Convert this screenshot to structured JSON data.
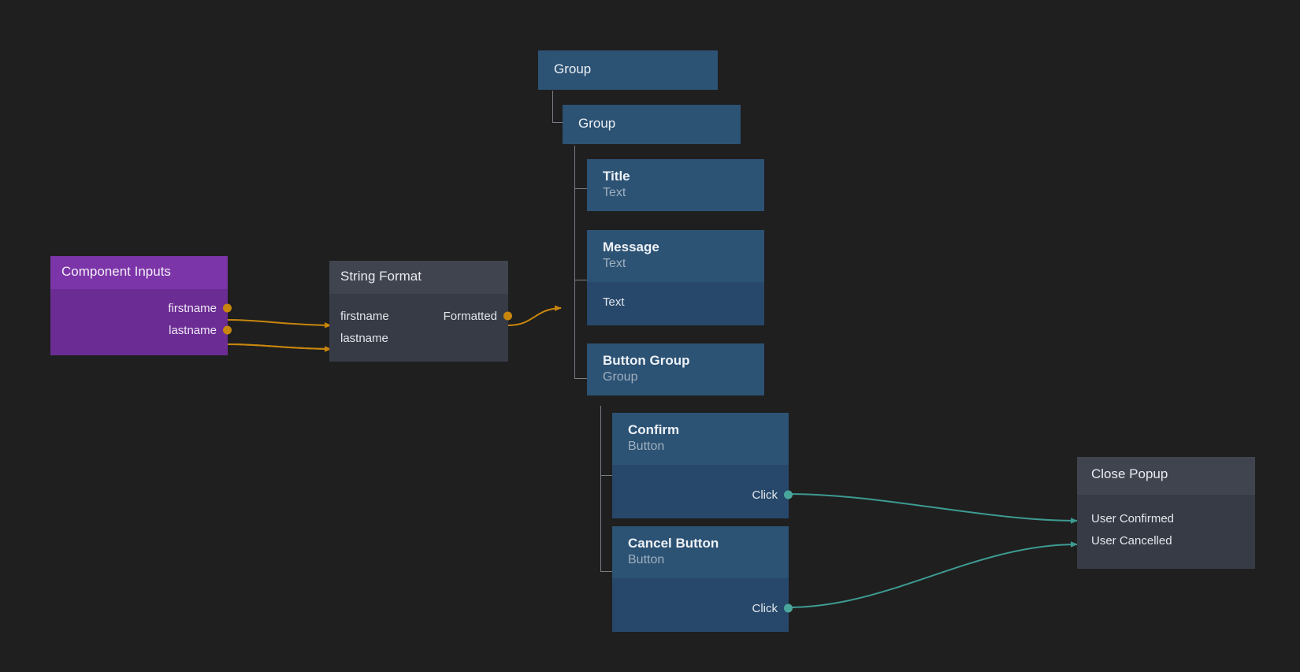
{
  "canvas": {
    "background": "#1f1f1f",
    "edge_color_data": "#c8860d",
    "edge_color_event": "#3d9b92"
  },
  "nodes": {
    "component_inputs": {
      "title": "Component Inputs",
      "accent": "#7c35a8",
      "outputs": [
        "firstname",
        "lastname"
      ]
    },
    "string_format": {
      "title": "String Format",
      "accent": "#40444f",
      "inputs": [
        "firstname",
        "lastname"
      ],
      "outputs": [
        "Formatted"
      ]
    },
    "group_outer": {
      "title": "Group",
      "subtitle": "",
      "accent": "#2c5274"
    },
    "group_inner": {
      "title": "Group",
      "subtitle": "",
      "accent": "#2c5274"
    },
    "title_node": {
      "title": "Title",
      "subtitle": "Text",
      "accent": "#2c5274"
    },
    "message_node": {
      "title": "Message",
      "subtitle": "Text",
      "accent": "#2c5274",
      "inputs": [
        "Text"
      ]
    },
    "button_group": {
      "title": "Button Group",
      "subtitle": "Group",
      "accent": "#2c5274"
    },
    "confirm_button": {
      "title": "Confirm",
      "subtitle": "Button",
      "accent": "#2c5274",
      "outputs": [
        "Click"
      ]
    },
    "cancel_button": {
      "title": "Cancel Button",
      "subtitle": "Button",
      "accent": "#2c5274",
      "outputs": [
        "Click"
      ]
    },
    "close_popup": {
      "title": "Close Popup",
      "accent": "#40444f",
      "inputs": [
        "User Confirmed",
        "User Cancelled"
      ]
    }
  },
  "edges": [
    {
      "from": "component_inputs.firstname",
      "to": "string_format.firstname",
      "color": "#c8860d"
    },
    {
      "from": "component_inputs.lastname",
      "to": "string_format.lastname",
      "color": "#c8860d"
    },
    {
      "from": "string_format.Formatted",
      "to": "message_node.Text",
      "color": "#c8860d"
    },
    {
      "from": "confirm_button.Click",
      "to": "close_popup.User Confirmed",
      "color": "#3d9b92"
    },
    {
      "from": "cancel_button.Click",
      "to": "close_popup.User Cancelled",
      "color": "#3d9b92"
    }
  ]
}
